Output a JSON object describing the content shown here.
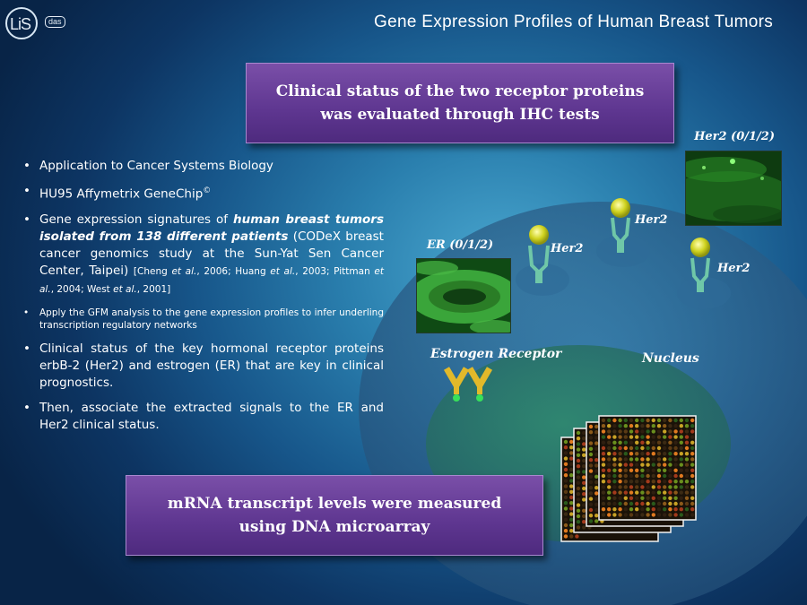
{
  "header": {
    "logo_text": "LiS",
    "logo_badge": "das",
    "title": "Gene Expression Profiles of Human Breast Tumors"
  },
  "top_box": {
    "line1": "Clinical status of the two receptor proteins",
    "line2": "was evaluated through IHC tests"
  },
  "bottom_box": {
    "line1": "mRNA transcript levels were measured",
    "line2": "using DNA microarray"
  },
  "bullets": {
    "b1": "Application to Cancer Systems Biology",
    "b2_text": "HU95 Affymetrix GeneChip",
    "b2_sup": "©",
    "b3_pre": "Gene expression signatures of ",
    "b3_bold": "human breast tumors isolated from 138 different patients",
    "b3_mid": " (CODeX breast cancer genomics study at the Sun-Yat Sen Cancer Center, Taipei) ",
    "b3_ref1": "[Cheng ",
    "b3_etal1": "et al.",
    "b3_ref2": ", 2006; Huang ",
    "b3_etal2": "et al.",
    "b3_ref3": ", 2003; Pittman ",
    "b3_etal3": "et al.",
    "b3_ref4": ", 2004; West ",
    "b3_etal4": "et al.",
    "b3_ref5": ", 2001]",
    "b4": "Apply the GFM analysis to the gene expression profiles to infer underling transcription regulatory networks",
    "b5": "Clinical status of the key hormonal receptor proteins erbB-2 (Her2) and estrogen (ER) that are key in clinical prognostics.",
    "b6": "Then, associate the extracted signals to the ER and Her2 clinical status."
  },
  "diagram": {
    "her2_top_label": "Her2 (0/1/2)",
    "er_label": "ER (0/1/2)",
    "her2_label": "Her2",
    "estrogen_receptor_label": "Estrogen Receptor",
    "nucleus_label": "Nucleus"
  },
  "colors": {
    "purple_box": "#5e3690",
    "cell": "#2b5f86",
    "nucleus": "#2f7860",
    "receptor_ball": "#d7d924",
    "receptor_stem": "#6fc7a8",
    "er_receptor": "#e2b92a"
  }
}
